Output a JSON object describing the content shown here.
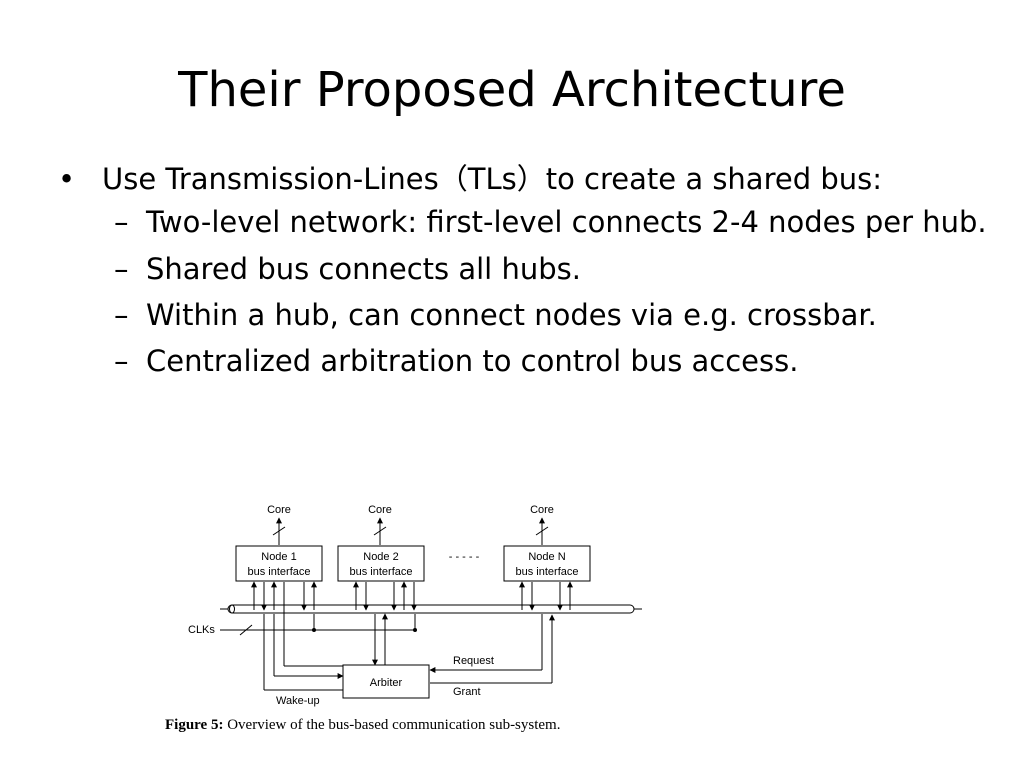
{
  "slide": {
    "title": "Their Proposed Architecture",
    "bullets": {
      "main": "Use Transmission-Lines（TLs）to create a shared bus:",
      "marker": "•",
      "sub_marker": "–",
      "sub": [
        "Two-level network: first-level connects 2-4 nodes per hub.",
        "Shared bus connects all hubs.",
        "Within a hub, can connect nodes via e.g. crossbar.",
        "Centralized arbitration to control bus access."
      ]
    }
  },
  "figure": {
    "core_label": "Core",
    "nodes": [
      {
        "line1": "Node 1",
        "line2": "bus interface"
      },
      {
        "line1": "Node 2",
        "line2": "bus interface"
      },
      {
        "line1": "Node N",
        "line2": "bus interface"
      }
    ],
    "ellipsis": "- - - - -",
    "clks_label": "CLKs",
    "arbiter_label": "Arbiter",
    "request_label": "Request",
    "grant_label": "Grant",
    "wakeup_label": "Wake-up",
    "caption_label": "Figure 5:",
    "caption_text": "Overview of the bus-based communication sub-system."
  }
}
